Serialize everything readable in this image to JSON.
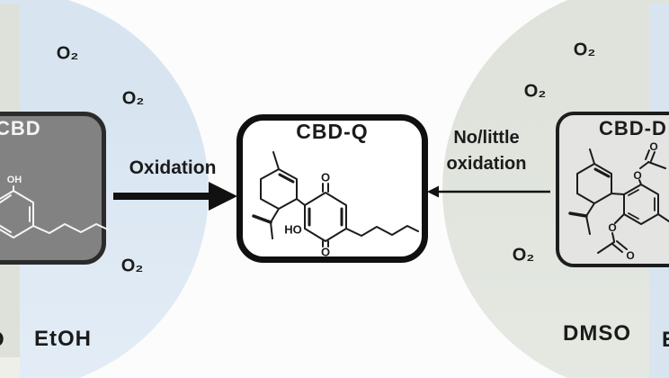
{
  "figure": {
    "left_panel": {
      "solvent_label": "EtOH",
      "o2_labels": [
        "O₂",
        "O₂",
        "O₂"
      ],
      "box_title": "CBD",
      "atom_labels": {
        "oh": "OH"
      },
      "arrow_label": "Oxidation",
      "edge_partial_label": "O"
    },
    "center_panel": {
      "box_title": "CBD-Q",
      "atom_labels": {
        "o_top": "O",
        "ho": "HO",
        "o_bottom": "O"
      }
    },
    "right_panel": {
      "solvent_label": "DMSO",
      "o2_labels": [
        "O₂",
        "O₂",
        "O₂"
      ],
      "box_title": "CBD-D",
      "arrow_label_line1": "No/little",
      "arrow_label_line2": "oxidation",
      "atom_labels": {
        "o_ester_top": "O",
        "o_carbonyl_top": "O",
        "o_ester_bottom": "O",
        "o_carbonyl_bottom": "O"
      },
      "edge_partial_label": "E"
    }
  },
  "colors": {
    "bg": "#fcfcfc",
    "blue-circle": "#d8e5f1",
    "green-circle": "#dfe3dc",
    "left-strip": "#dde1d9",
    "left-strip-tail": "#edefe8",
    "right-strip": "#d8e5f1",
    "cbd-box-fill": "#828282",
    "cbd-box-border": "#2b2b2b",
    "center-box-border": "#101010",
    "right-box-fill": "#e4e5e3",
    "right-box-border": "#1d1d1d",
    "ink": "#1b1b1b",
    "white-ink": "#f5f5f5"
  }
}
